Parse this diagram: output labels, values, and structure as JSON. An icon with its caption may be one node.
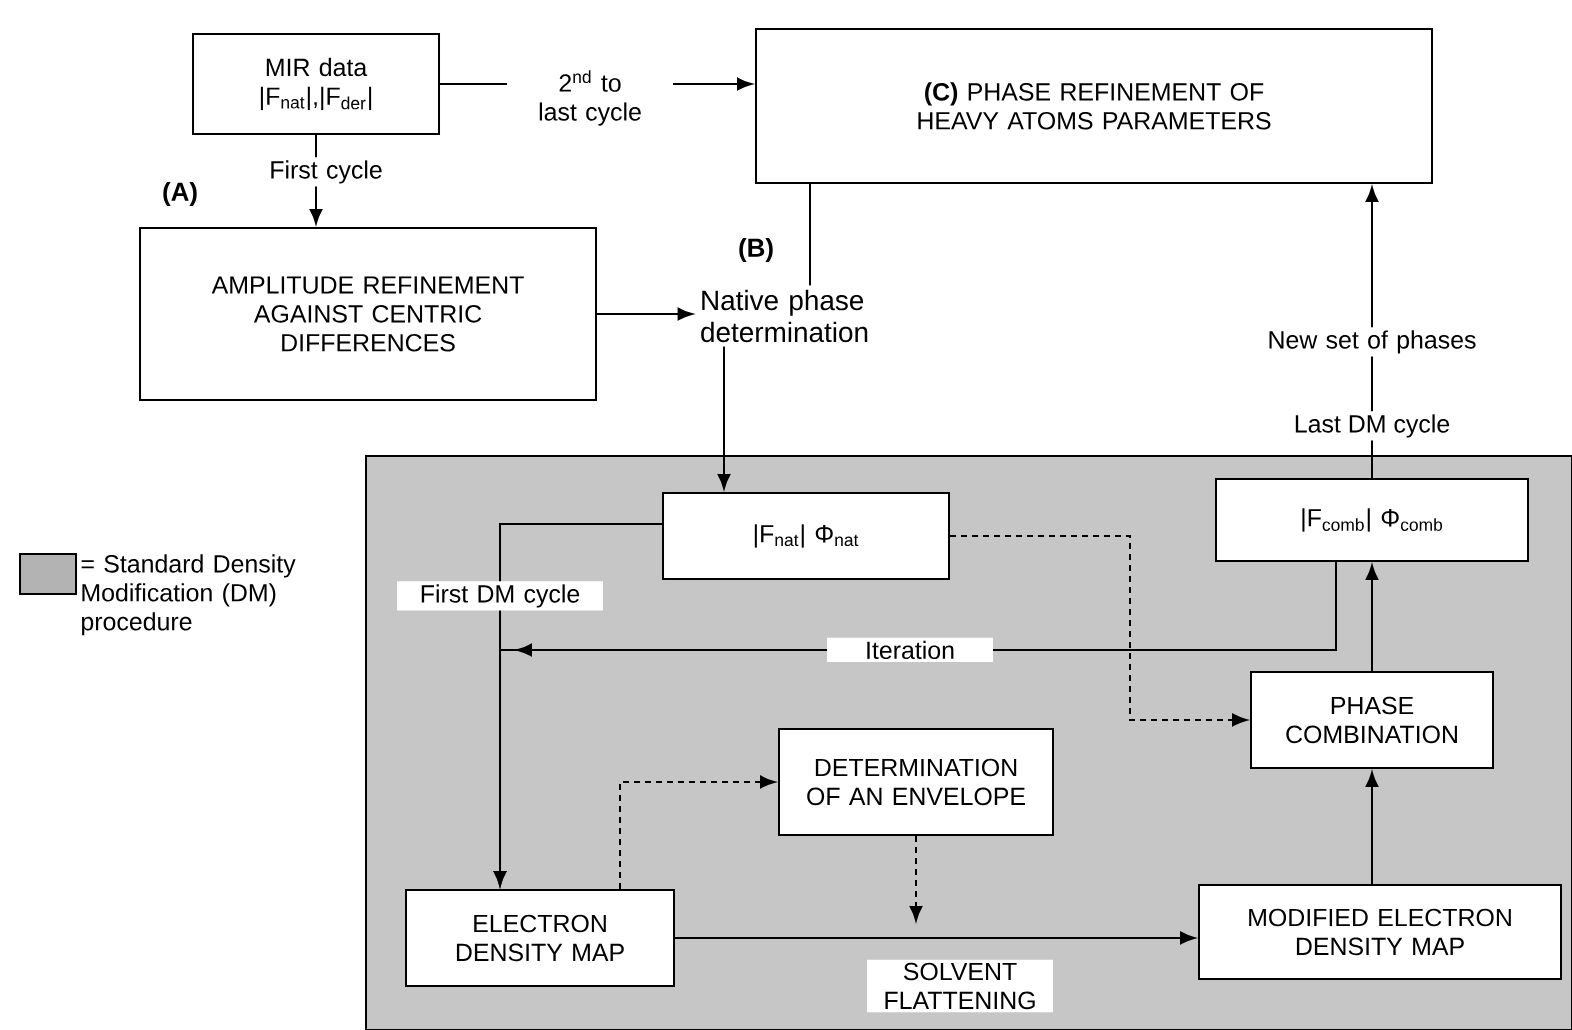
{
  "diagram": {
    "nodes": [
      {
        "text": [
          "MIR data",
          "|F$_{nat}$|,|F$_{der}$|"
        ]
      },
      {
        "text": [
          "(C)",
          "PHASE REFINEMENT OF HEAVY ATOMS PARAMETERS"
        ]
      },
      {
        "text": [
          "AMPLITUDE REFINEMENT AGAINST CENTRIC DIFFERENCES"
        ],
        "beside": [
          "(A)"
        ]
      },
      {
        "text": [
          "Native phase determination"
        ],
        "beside": [
          "(B)"
        ]
      },
      {
        "text": [],
        "shape": "box"
      },
      {
        "text": [
          "|F$_{nat}$|  Φ$_{nat}$"
        ],
        "in": 4
      },
      {
        "text": [
          "|F$_{comb}$|  Φ$_{comb}$"
        ],
        "in": 4
      },
      {
        "text": [
          "PHASE COMBINATION"
        ],
        "in": 4
      },
      {
        "text": [
          "DETERMINATION OF AN ENVELOPE"
        ],
        "in": 4
      },
      {
        "text": [
          "ELECTRON DENSITY MAP"
        ],
        "in": 4
      },
      {
        "text": [
          "MODIFIED ELECTRON DENSITY MAP"
        ],
        "in": 4
      }
    ],
    "edges": [
      {
        "from": 0,
        "to": 1,
        "arrow": "to",
        "label": "2$^{nd}$ to last cycle"
      },
      {
        "from": 0,
        "to": 2,
        "arrow": "to",
        "label": "First cycle"
      },
      {
        "from": 2,
        "to": 3,
        "arrow": "to"
      },
      {
        "from": 1,
        "to": 3,
        "arrow": "none"
      },
      {
        "from": 3,
        "to": 5,
        "arrow": "to"
      },
      {
        "from": 5,
        "to": 9,
        "arrow": "to",
        "label": "First DM cycle"
      },
      {
        "from": 6,
        "to": 9,
        "arrow": "to",
        "label": "Iteration"
      },
      {
        "from": 5,
        "to": 7,
        "arrow": "to",
        "style": "dashed"
      },
      {
        "from": 9,
        "to": 8,
        "arrow": "to",
        "style": "dashed"
      },
      {
        "from": 8,
        "to": null,
        "arrow": "to",
        "style": "dashed"
      },
      {
        "from": 9,
        "to": 10,
        "arrow": "to",
        "label": "SOLVENT FLATTENING"
      },
      {
        "from": 10,
        "to": 7,
        "arrow": "to"
      },
      {
        "from": 7,
        "to": 6,
        "arrow": "to"
      },
      {
        "from": 6,
        "to": 1,
        "arrow": "to",
        "label": "New set of phases"
      }
    ],
    "labels": [
      "Last DM cycle"
    ],
    "legend": [
      {
        "text": "= Standard Density Modification (DM) procedure",
        "color": "#b3b3b3"
      }
    ]
  }
}
